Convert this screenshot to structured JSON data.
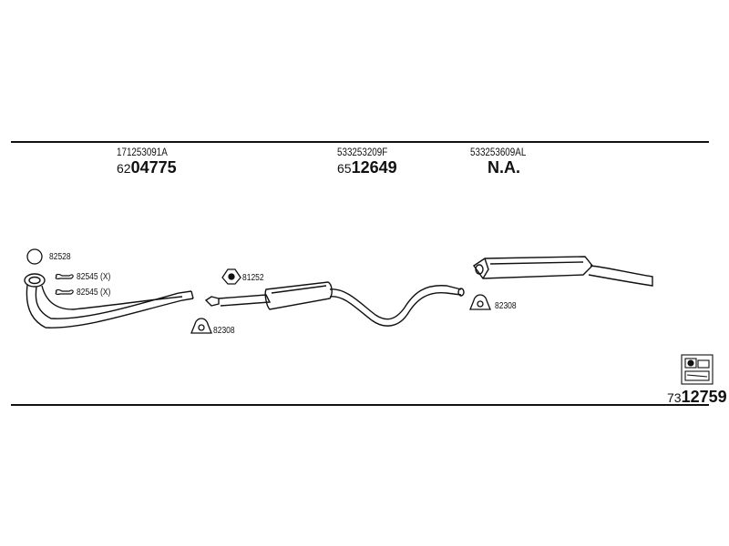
{
  "header_parts": [
    {
      "oe": "171253091A",
      "prefix": "62",
      "main": "04775"
    },
    {
      "oe": "533253209F",
      "prefix": "65",
      "main": "12649"
    },
    {
      "oe": "533253609AL",
      "na": "N.A."
    }
  ],
  "labels": {
    "ring_gasket": "82528",
    "clamp_1": "82545 (X)",
    "clamp_2": "82545 (X)",
    "hanger": "81252",
    "u_clamp_left": "82308",
    "u_clamp_right": "82308"
  },
  "kit": {
    "prefix": "73",
    "main": "12759"
  }
}
